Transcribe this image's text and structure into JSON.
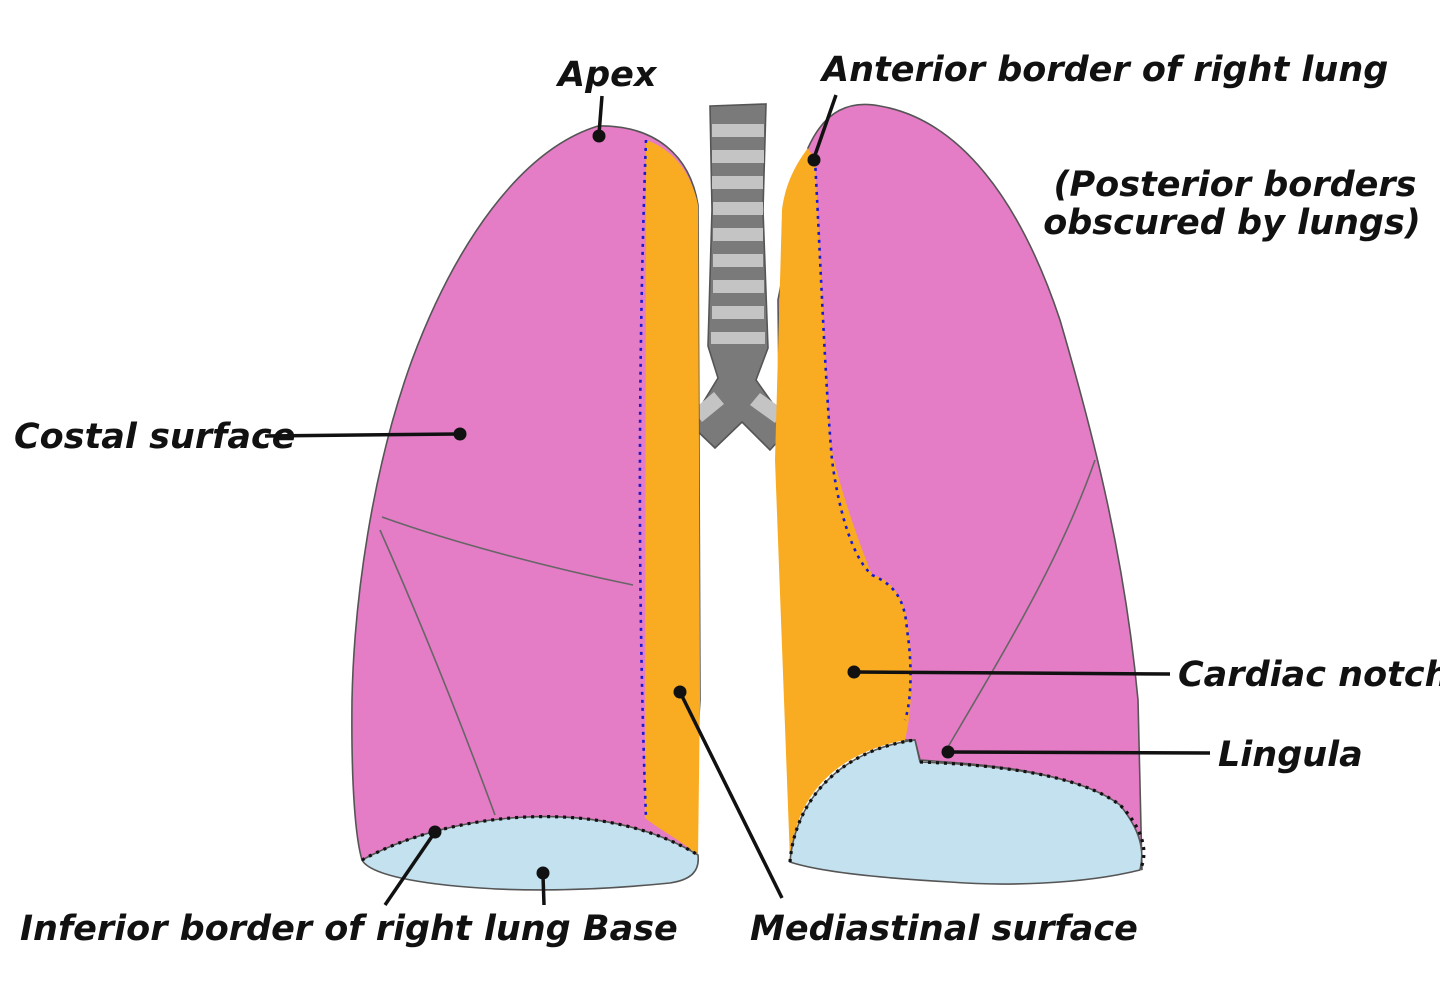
{
  "colors": {
    "lung": "#e57cc6",
    "mediastinal": "#f9ab22",
    "base": "#c3e1ee",
    "trachea_dark": "#7a7a7a",
    "trachea_light": "#c4c4c4",
    "anterior_border": "#1a1ad0"
  },
  "labels": {
    "apex": "Apex",
    "anterior_border": "Anterior border of right lung",
    "posterior_note_line1": "(Posterior borders",
    "posterior_note_line2": "obscured by lungs)",
    "costal_surface": "Costal surface",
    "cardiac_notch": "Cardiac notch",
    "lingula": "Lingula",
    "inferior_border": "Inferior border of right lung Base",
    "mediastinal_surface": "Mediastinal surface"
  }
}
